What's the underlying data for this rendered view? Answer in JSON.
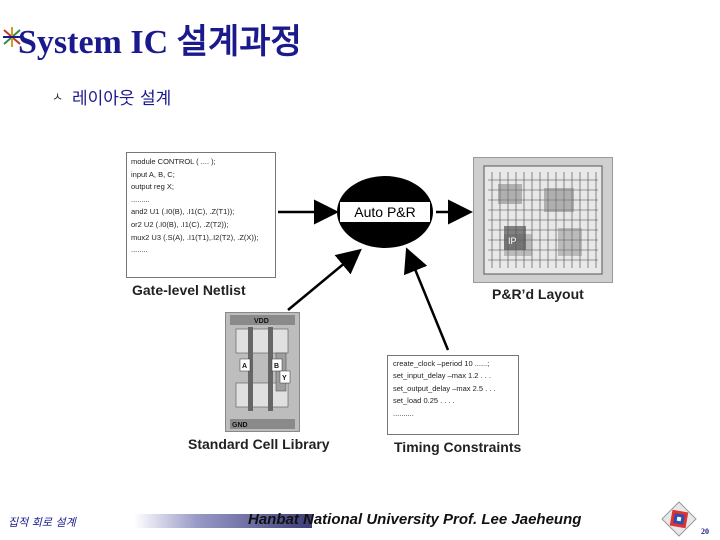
{
  "title": "System IC 설계과정",
  "bullet_glyph": "ㅅ",
  "subtitle": "레이아웃 설계",
  "netlist": {
    "lines": [
      "module CONTROL ( .... );",
      "input A, B, C;",
      "output reg X;",
      ".........",
      "and2 U1 (.I0(B), .I1(C), .Z(T1));",
      "or2   U2 (.I0(B), .I1(C), .Z(T2));",
      "mux2 U3 (.S(A), .I1(T1),.I2(T2), .Z(X));",
      "........"
    ],
    "caption": "Gate-level Netlist"
  },
  "auto_pr_label": "Auto P&R",
  "layout": {
    "caption": "P&R’d Layout",
    "ip_label": "IP"
  },
  "std_cell": {
    "caption": "Standard Cell Library",
    "vdd": "VDD",
    "gnd": "GND",
    "pin_a": "A",
    "pin_b": "B",
    "pin_y": "Y"
  },
  "timing": {
    "lines": [
      "create_clock –period 10 ......;",
      "set_input_delay –max 1.2 . . .",
      "set_output_delay –max 2.5 . . .",
      "set_load 0.25 . . . .",
      ".........."
    ],
    "caption": "Timing Constraints"
  },
  "footer": {
    "left": "집적 회로 설계",
    "right": "Hanbat National University Prof. Lee Jaeheung",
    "page": "20"
  },
  "colors": {
    "title": "#1a1a8c",
    "arrow": "#000000",
    "footer_bar_end": "#3c3c78"
  }
}
